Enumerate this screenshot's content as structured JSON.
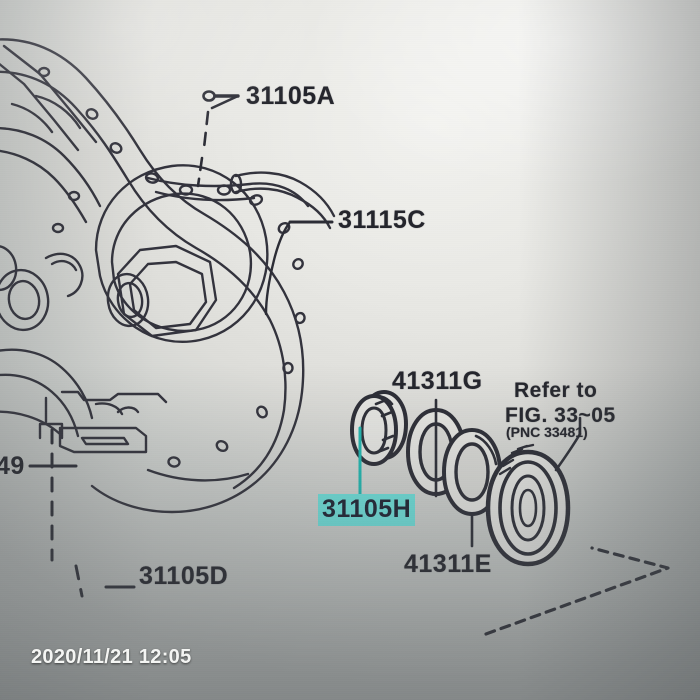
{
  "photo": {
    "timestamp_stamp": "2020/11/21 12:05",
    "background_color": "#e3e3df",
    "ink_color": "#2b2c35",
    "highlight_color": "#6fe3dd",
    "stamp_color": "#f4f5f3"
  },
  "diagram": {
    "title_visible": false,
    "type": "automotive-parts-exploded-diagram",
    "callouts": [
      {
        "id": "callout-31105a",
        "label": "31105A",
        "part": "pin-dowel",
        "leader": "dashed-vertical"
      },
      {
        "id": "callout-31115c",
        "label": "31115C",
        "part": "transmission-case-housing",
        "leader": "solid-horizontal"
      },
      {
        "id": "callout-41311g",
        "label": "41311G",
        "part": "shim-ring",
        "leader": "solid-vertical"
      },
      {
        "id": "callout-41311e",
        "label": "41311E",
        "part": "shim-ring",
        "leader": "solid-vertical"
      },
      {
        "id": "callout-31105h",
        "label": "31105H",
        "part": "oil-seal",
        "leader": "solid-vertical",
        "highlighted": true
      },
      {
        "id": "callout-31105d",
        "label": "31105D",
        "part": "oil-seal",
        "leader": "solid-horizontal"
      },
      {
        "id": "callout-clipped-left",
        "label": "49",
        "part": "clipped-part-number",
        "leader": "dashed-vertical"
      }
    ],
    "reference_note": {
      "line1": "Refer to",
      "line2": "FIG. 33~05",
      "line3": "(PNC 33481)"
    }
  }
}
